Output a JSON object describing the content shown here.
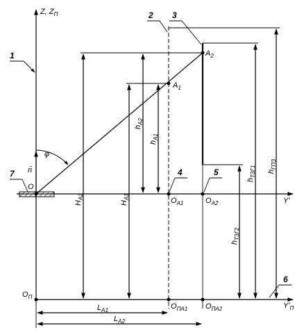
{
  "callouts": [
    "1",
    "2",
    "3",
    "4",
    "5",
    "6",
    "7"
  ],
  "axes": {
    "z": "Z, Z",
    "z_sub": "П",
    "y": "Y'",
    "y_p": "Y'",
    "y_p_sub": "П"
  },
  "points": {
    "O": "O",
    "A1": "A",
    "A1_sub": "1",
    "A2": "A",
    "A2_sub": "2",
    "OA1": "O",
    "OA1_sub": "A1",
    "OA2": "O",
    "OA2_sub": "A2",
    "OP": "O",
    "OP_sub": "П",
    "OPA1": "O",
    "OPA1_sub": "ПА1",
    "OPA2": "O",
    "OPA2_sub": "ПА2"
  },
  "dims": {
    "HA2": "H",
    "HA2_sub": "A2",
    "HA1": "H",
    "HA1_sub": "A1",
    "hA2": "h",
    "hA2_sub": "A2",
    "hA1": "h",
    "hA1_sub": "A1",
    "hTZG1": "h",
    "hTZG1_sub": "ТЗГ1",
    "hTZG2": "h",
    "hTZG2_sub": "ТЗГ2",
    "hGPZ": "h",
    "hGPZ_sub": "ГПЗ",
    "LA1": "L",
    "LA1_sub": "A1",
    "LA2": "L",
    "LA2_sub": "A2"
  },
  "symbols": {
    "phi": "φ",
    "n": "n̄"
  }
}
